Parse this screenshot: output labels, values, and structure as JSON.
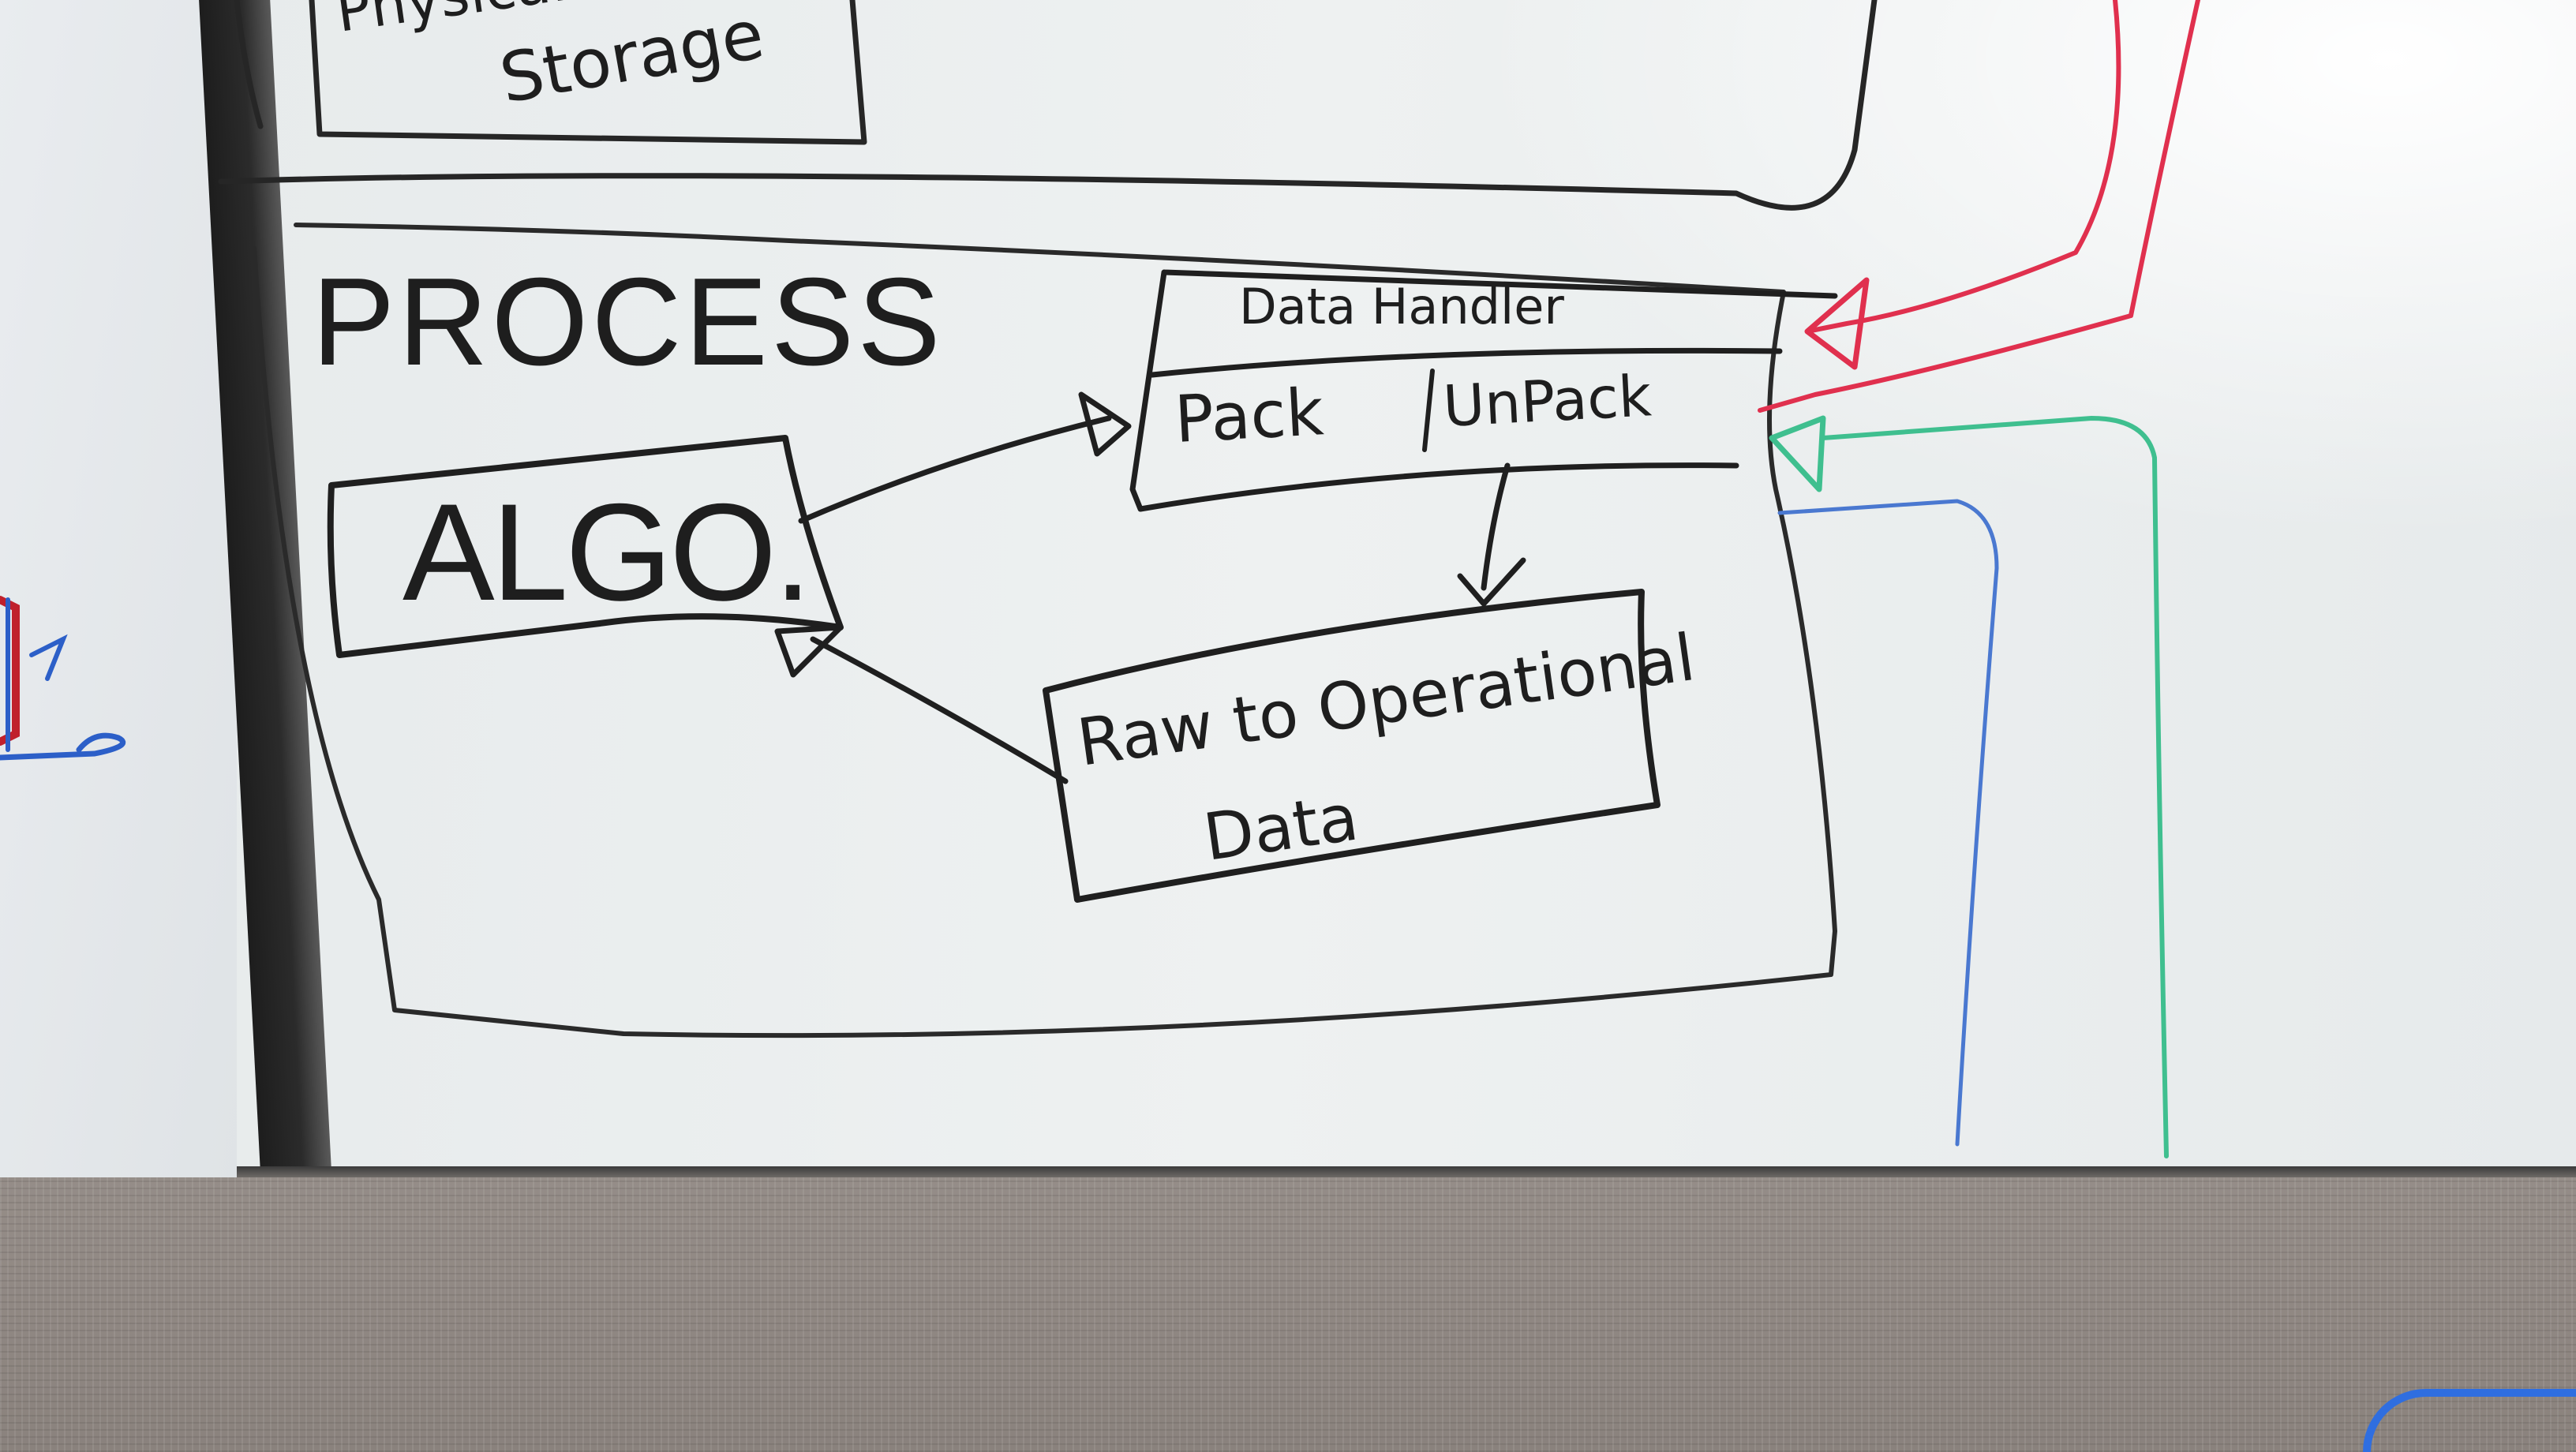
{
  "whiteboard": {
    "physical_storage_label_line1": "Physical",
    "physical_storage_label_line2": "Storage",
    "process_title": "PROCESS",
    "algo_label": "ALGO.",
    "data_handler_title": "Data Handler",
    "pack_label": "Pack",
    "unpack_label": "UnPack",
    "raw_to_operational_line1": "Raw to Operational",
    "raw_to_operational_line2": "Data"
  },
  "colors": {
    "ink_black": "#1e1e1e",
    "marker_red": "#e0304e",
    "marker_green": "#3fbf8f",
    "marker_blue": "#4a78d0",
    "board": "#eceff0",
    "fabric": "#8f8782"
  }
}
